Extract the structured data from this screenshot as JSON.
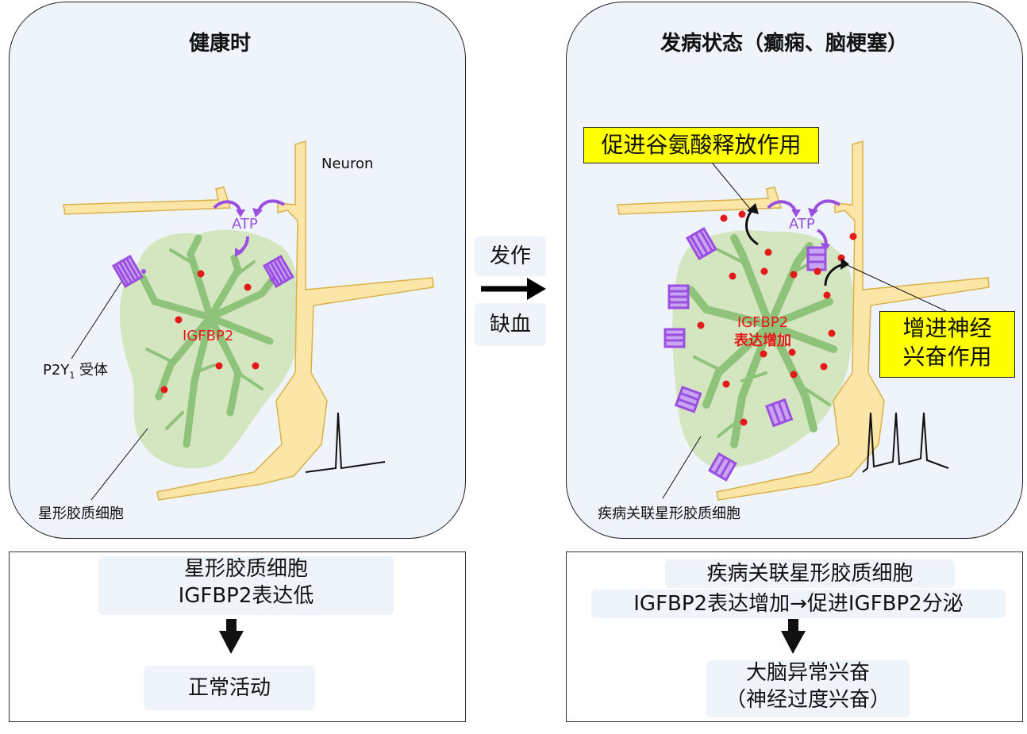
{
  "left": {
    "title": "健康时",
    "neuron_label": "Neuron",
    "atp_label": "ATP",
    "igfbp2_label": "IGFBP2",
    "receptor_label_main": "P2Y",
    "receptor_label_sub": "1",
    "receptor_label_tail": " 受体",
    "astro_label": "星形胶质细胞"
  },
  "right": {
    "title": "发病状态（癫痫、脑梗塞）",
    "atp_label": "ATP",
    "igfbp2_line1": "IGFBP2",
    "igfbp2_line2": "表达增加",
    "glutamate_box": "促进谷氨酸释放作用",
    "excite_box_line1": "增进神经",
    "excite_box_line2": "兴奋作用",
    "astro_label": "疾病关联星形胶质细胞"
  },
  "middle": {
    "label_top": "发作",
    "label_bottom": "缺血"
  },
  "bottom_left": {
    "line1": "星形胶质细胞",
    "line2": "IGFBP2表达低",
    "result": "正常活动"
  },
  "bottom_right": {
    "line1": "疾病关联星形胶质细胞",
    "line2": "IGFBP2表达增加→促进IGFBP2分泌",
    "result_line1": "大脑异常兴奋",
    "result_line2": "（神经过度兴奋）"
  },
  "colors": {
    "panel_bg": "#eef4fa",
    "neuron": "#fbe6a8",
    "neuron_stroke": "#d9b24c",
    "astrocyte_body": "#d4e6c0",
    "astrocyte_process": "#8fc27a",
    "receptor": "#9b4fe0",
    "igfbp2_dot": "#e41a1a",
    "highlight": "#ffff00",
    "emphasis_text": "#e41a1a"
  }
}
